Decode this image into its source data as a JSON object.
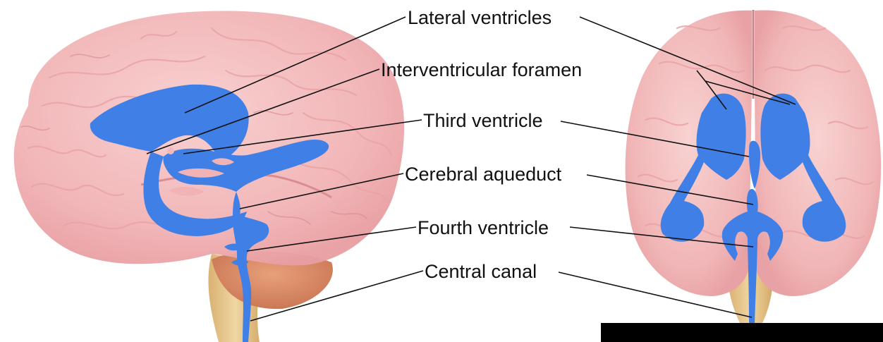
{
  "labels": {
    "lateral_ventricles": "Lateral ventricles",
    "interventricular_foramen": "Interventricular foramen",
    "third_ventricle": "Third ventricle",
    "cerebral_aqueduct": "Cerebral aqueduct",
    "fourth_ventricle": "Fourth ventricle",
    "central_canal": "Central canal"
  },
  "colors": {
    "ventricle": "#3f7fe6",
    "brain": "#f3b8ba",
    "cerebellum": "#d9886a",
    "brainstem": "#e8c98f",
    "label_text": "#111111"
  }
}
